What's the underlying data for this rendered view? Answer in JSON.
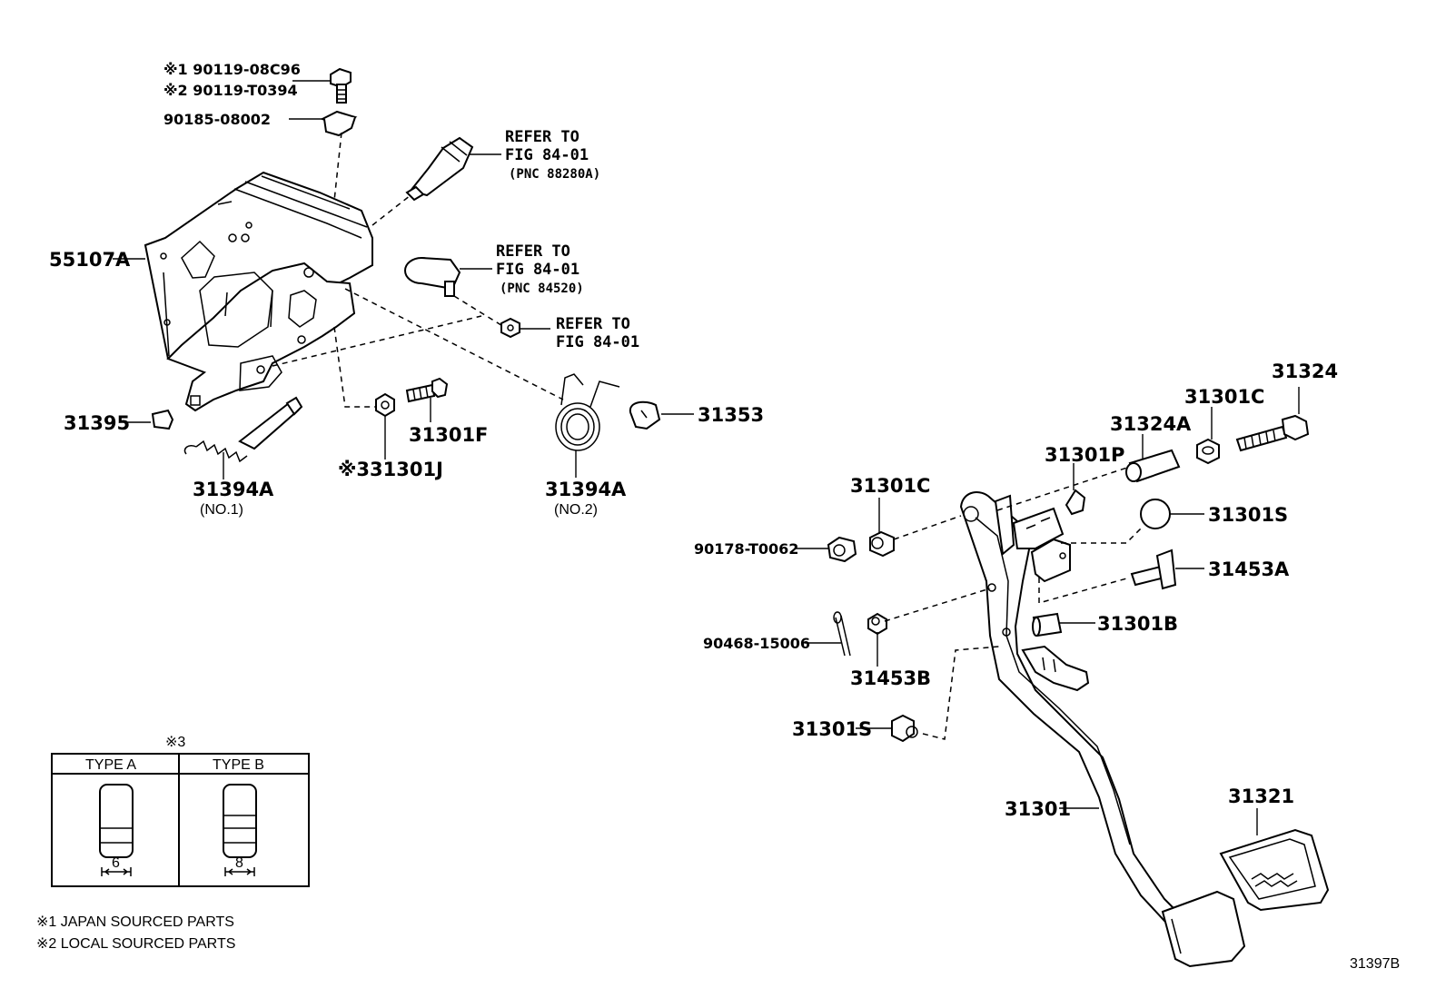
{
  "parts": {
    "p_90119_08c96": "※1 90119-08C96",
    "p_90119_t0394": "※2 90119-T0394",
    "p_90185_08002": "90185-08002",
    "p_55107a": "55107A",
    "p_31395": "31395",
    "p_31394a_1": "31394A",
    "p_31394a_1_sub": "(NO.1)",
    "p_31301j": "※331301J",
    "p_31301f": "31301F",
    "p_31394a_2": "31394A",
    "p_31394a_2_sub": "(NO.2)",
    "p_31353": "31353",
    "p_31324": "31324",
    "p_31301c_top": "31301C",
    "p_31324a": "31324A",
    "p_31301p": "31301P",
    "p_31301c_left": "31301C",
    "p_90178": "90178-T0062",
    "p_31301s_right": "31301S",
    "p_31453a": "31453A",
    "p_31301b": "31301B",
    "p_90468": "90468-15006",
    "p_31453b": "31453B",
    "p_31301s_left": "31301S",
    "p_31301": "31301",
    "p_31321": "31321"
  },
  "refs": {
    "ref1_l1": "REFER TO",
    "ref1_l2": "FIG 84-01",
    "ref1_pnc": "(PNC 88280A)",
    "ref2_l1": "REFER TO",
    "ref2_l2": "FIG 84-01",
    "ref2_pnc": "(PNC 84520)",
    "ref3_l1": "REFER TO",
    "ref3_l2": "FIG 84-01"
  },
  "table": {
    "title": "※3",
    "col_a": "TYPE A",
    "col_b": "TYPE B",
    "dim_a": "6",
    "dim_b": "8"
  },
  "notes": {
    "note1": "※1 JAPAN SOURCED PARTS",
    "note2": "※2 LOCAL SOURCED PARTS"
  },
  "figure_id": "31397B"
}
